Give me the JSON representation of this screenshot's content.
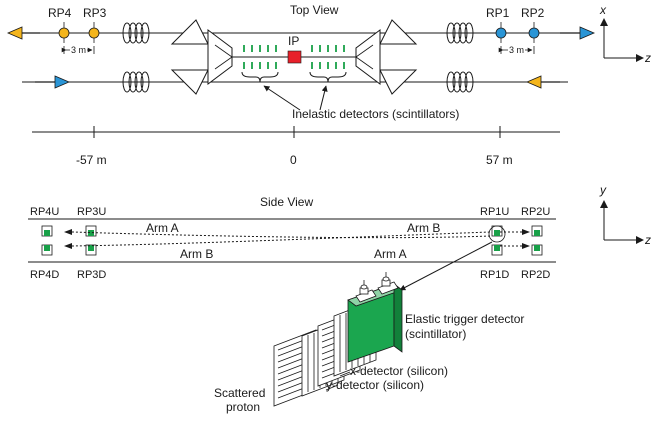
{
  "colors": {
    "ip": "#e8202a",
    "rp_beam_left": "#f4b51c",
    "rp_beam_right": "#2a95d6",
    "detector_green": "#18a048",
    "elastic_trigger": "#1ba64f"
  },
  "top_view": {
    "title": "Top View",
    "ip_label": "IP",
    "rp_labels": [
      "RP4",
      "RP3",
      "RP1",
      "RP2"
    ],
    "spacing_left": "3 m",
    "spacing_right": "3 m",
    "inelastic_label": "Inelastic detectors (scintillators)",
    "scale": {
      "left": "-57 m",
      "center": "0",
      "right": "57 m"
    },
    "axes": {
      "vertical": "x",
      "horizontal": "z"
    }
  },
  "side_view": {
    "title": "Side View",
    "rp_upper": [
      "RP4U",
      "RP3U",
      "RP1U",
      "RP2U"
    ],
    "rp_lower": [
      "RP4D",
      "RP3D",
      "RP1D",
      "RP2D"
    ],
    "arms": {
      "upper_left": "Arm A",
      "upper_right": "Arm B",
      "lower_left": "Arm B",
      "lower_right": "Arm A"
    },
    "axes": {
      "vertical": "y",
      "horizontal": "z"
    }
  },
  "detector_stack": {
    "elastic_trigger_1": "Elastic trigger detector",
    "elastic_trigger_2": "(scintillator)",
    "x_detector": "x-detector (silicon)",
    "y_detector": "y-detector (silicon)",
    "scattered_1": "Scattered",
    "scattered_2": "proton"
  }
}
